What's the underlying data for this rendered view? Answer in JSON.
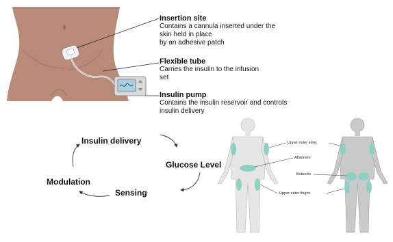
{
  "callouts": {
    "insertion_site": {
      "title": "Insertion site",
      "description": "Contains a cannula inserted under the skin held in place by an adhesive patch",
      "lines": [
        "Contains a cannula inserted under the",
        "skin held in place",
        "by an adhesive patch"
      ]
    },
    "flexible_tube": {
      "title": "Flexible tube",
      "description": "Carries the insulin to the infusion set",
      "lines": [
        "Carries the insulin to the infusion",
        "set"
      ]
    },
    "insulin_pump": {
      "title": "Insulin pump",
      "description": "Contains the insulin reservoir and controls insulin delivery",
      "lines": [
        "Contains the insulin reservoir and controls",
        "insulin delivery"
      ]
    }
  },
  "cycle": {
    "steps": [
      "Insulin delivery",
      "Glucose Level",
      "Sensing",
      "Modulation"
    ]
  },
  "body_sites": {
    "upper_outer_arms": "Upper outer arms",
    "abdomen": "Abdomen",
    "buttocks": "Buttocks",
    "upper_outer_thighs": "Upper outer thighs"
  },
  "colors": {
    "skin": "#b88a78",
    "skin_shadow": "#a37464",
    "body_fill": "#e6e6e6",
    "body_back_fill": "#c9c9c9",
    "site_highlight": "#8fd0c4",
    "arrow": "#333333"
  }
}
